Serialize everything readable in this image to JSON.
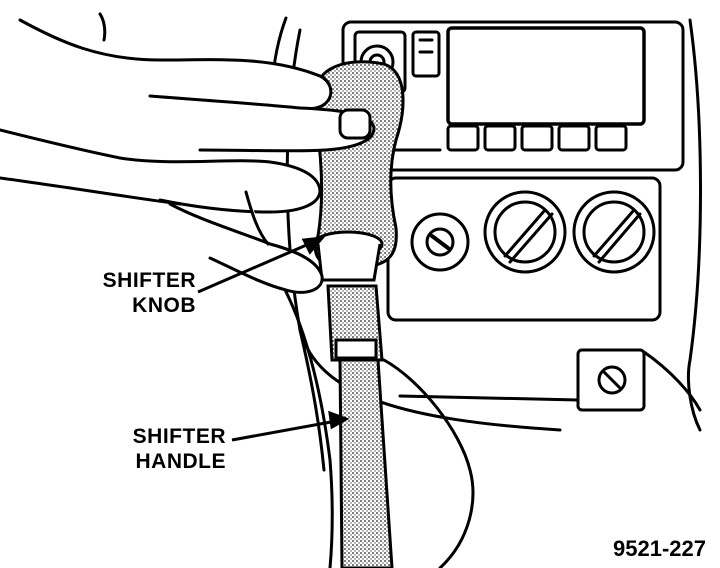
{
  "labels": {
    "shifter_knob": {
      "line1": "SHIFTER",
      "line2": "KNOB"
    },
    "shifter_handle": {
      "line1": "SHIFTER",
      "line2": "HANDLE"
    }
  },
  "figure_id": "9521-227",
  "colors": {
    "ink": "#000000",
    "stipple": "#555555",
    "paper": "#ffffff"
  }
}
